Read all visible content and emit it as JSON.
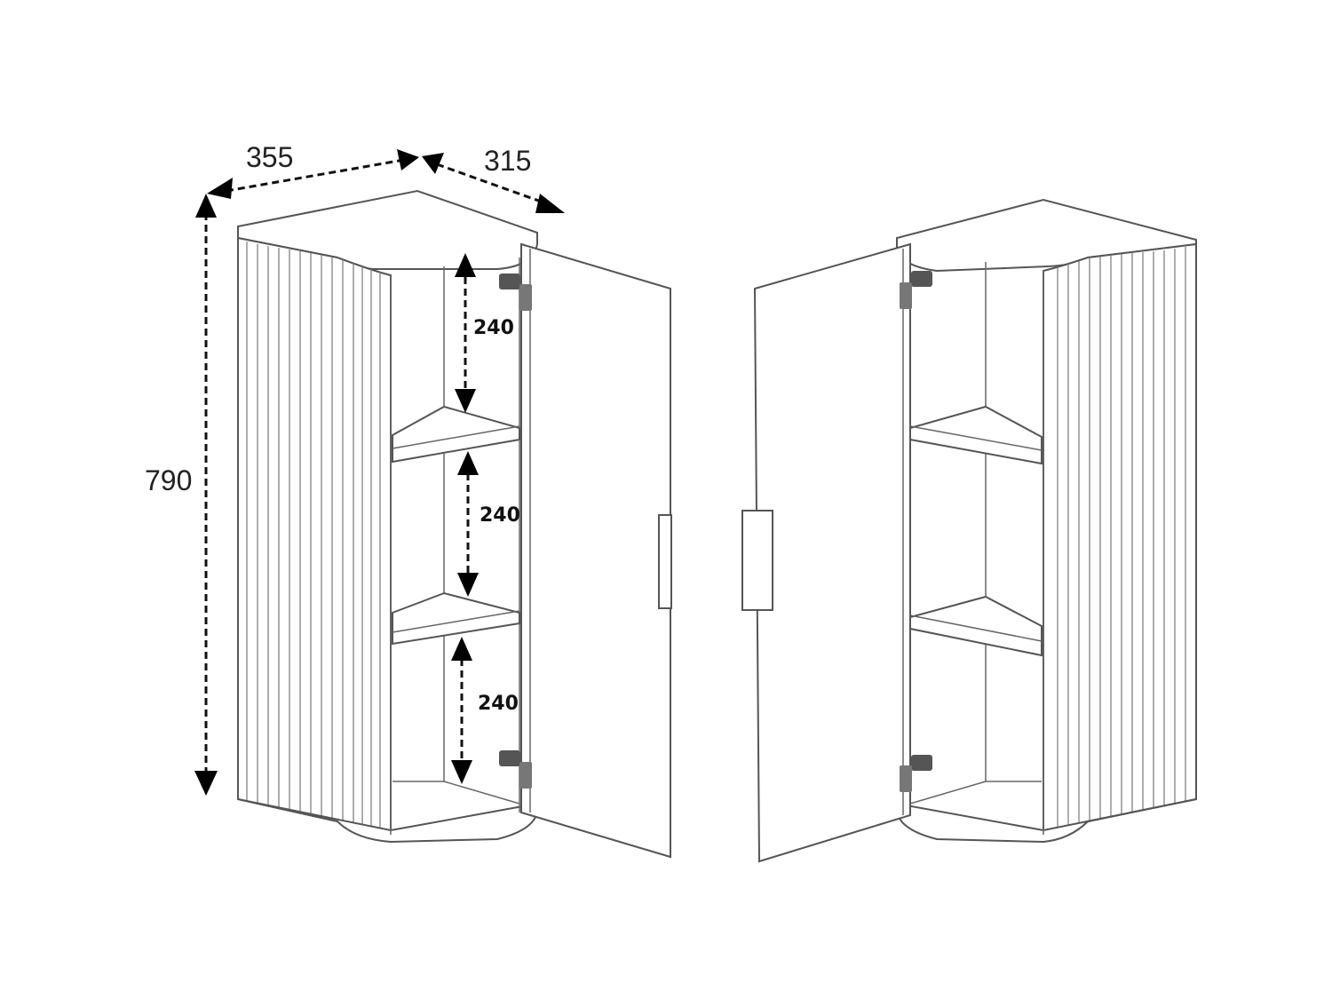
{
  "diagram": {
    "subject": "Wall cabinet with ribbed side panel and single door, shown in two mirrored views",
    "dimensions": {
      "width_label": "355",
      "depth_label": "315",
      "height_label": "790",
      "shelf_gaps": [
        "240",
        "240",
        "240"
      ]
    },
    "views": [
      {
        "name": "left-view",
        "door_hinge": "left side open door on right"
      },
      {
        "name": "right-view",
        "door_hinge": "mirrored, door open on left"
      }
    ],
    "colors": {
      "line": "#555555",
      "arrow": "#000000",
      "background": "#ffffff"
    }
  }
}
